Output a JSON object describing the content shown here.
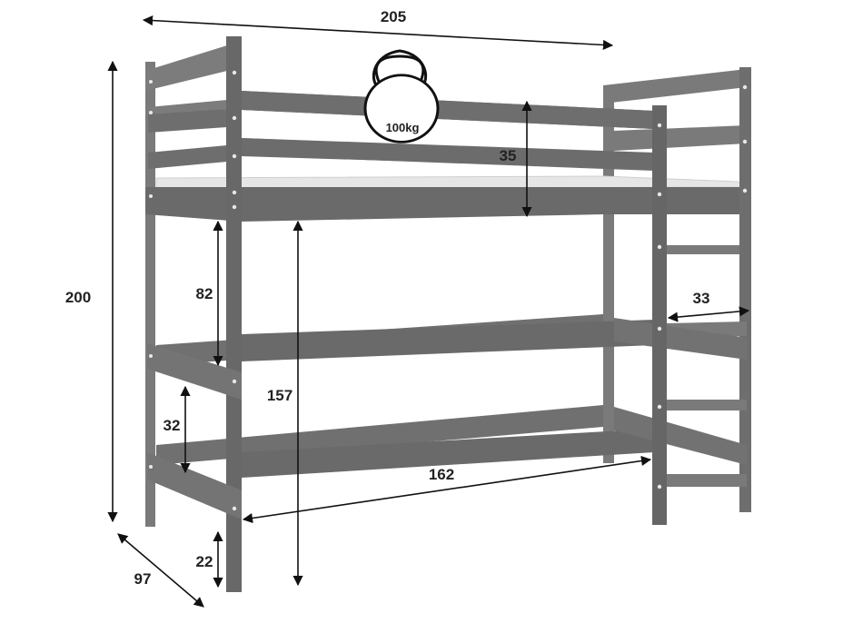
{
  "colors": {
    "frame": "#6e6e6e",
    "frame_dark": "#5a5a5a",
    "frame_light": "#8a8a8a",
    "mattress": "#e4e4e4",
    "line": "#111111",
    "text": "#222222"
  },
  "weight_badge": {
    "label": "100kg",
    "icon": "kettlebell-icon"
  },
  "dimensions": {
    "total_length": "205",
    "total_height": "200",
    "depth": "97",
    "guard_rail_height": "35",
    "under_bed_clearance_upper": "82",
    "lower_rail_spacing": "32",
    "floor_clearance": "22",
    "under_bed_height": "157",
    "inner_length": "162",
    "ladder_width": "33"
  }
}
